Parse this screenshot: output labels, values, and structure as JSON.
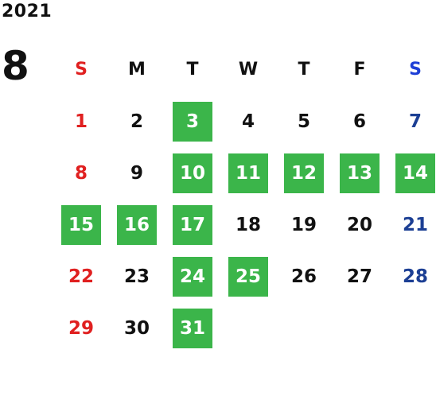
{
  "calendar": {
    "year": "2021",
    "month": "8",
    "weekdays": [
      "S",
      "M",
      "T",
      "W",
      "T",
      "F",
      "S"
    ],
    "colors": {
      "sunday": "#e02020",
      "saturday": "#1c3f94",
      "saturday_header": "#1e3fd6",
      "highlight_bg": "#3bb54a",
      "highlight_text": "#ffffff",
      "default_text": "#111111"
    },
    "weeks": [
      [
        {
          "day": "1",
          "highlighted": false
        },
        {
          "day": "2",
          "highlighted": false
        },
        {
          "day": "3",
          "highlighted": true
        },
        {
          "day": "4",
          "highlighted": false
        },
        {
          "day": "5",
          "highlighted": false
        },
        {
          "day": "6",
          "highlighted": false
        },
        {
          "day": "7",
          "highlighted": false
        }
      ],
      [
        {
          "day": "8",
          "highlighted": false
        },
        {
          "day": "9",
          "highlighted": false
        },
        {
          "day": "10",
          "highlighted": true
        },
        {
          "day": "11",
          "highlighted": true
        },
        {
          "day": "12",
          "highlighted": true
        },
        {
          "day": "13",
          "highlighted": true
        },
        {
          "day": "14",
          "highlighted": true
        }
      ],
      [
        {
          "day": "15",
          "highlighted": true
        },
        {
          "day": "16",
          "highlighted": true
        },
        {
          "day": "17",
          "highlighted": true
        },
        {
          "day": "18",
          "highlighted": false
        },
        {
          "day": "19",
          "highlighted": false
        },
        {
          "day": "20",
          "highlighted": false
        },
        {
          "day": "21",
          "highlighted": false
        }
      ],
      [
        {
          "day": "22",
          "highlighted": false
        },
        {
          "day": "23",
          "highlighted": false
        },
        {
          "day": "24",
          "highlighted": true
        },
        {
          "day": "25",
          "highlighted": true
        },
        {
          "day": "26",
          "highlighted": false
        },
        {
          "day": "27",
          "highlighted": false
        },
        {
          "day": "28",
          "highlighted": false
        }
      ],
      [
        {
          "day": "29",
          "highlighted": false
        },
        {
          "day": "30",
          "highlighted": false
        },
        {
          "day": "31",
          "highlighted": true
        }
      ]
    ]
  }
}
